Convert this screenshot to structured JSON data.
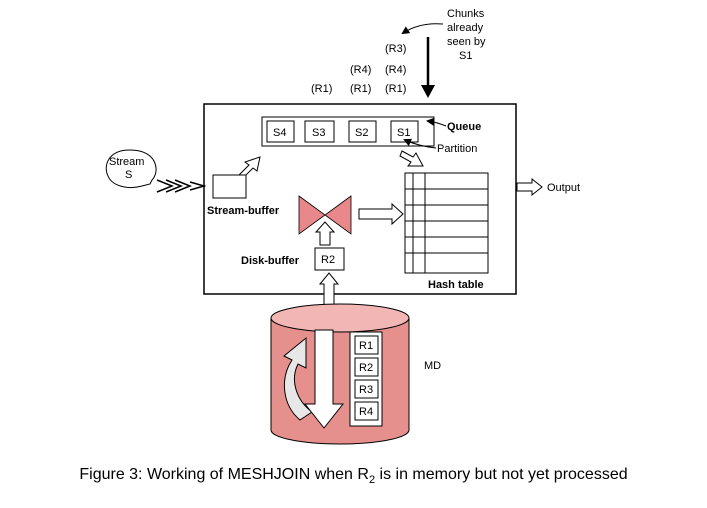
{
  "diagram": {
    "annotation_chunks": "Chunks already seen by S1",
    "annotation_lines": [
      "Chunks",
      "already",
      "seen by",
      "S1"
    ],
    "pending_labels": {
      "col1": [
        "(R1)"
      ],
      "col2": [
        "(R4)",
        "(R1)"
      ],
      "col3": [
        "(R3)",
        "(R4)",
        "(R1)"
      ]
    },
    "queue_label": "Queue",
    "partition_label": "Partition",
    "queue_cells": [
      "S4",
      "S3",
      "S2",
      "S1"
    ],
    "stream_label": [
      "Stream",
      "S"
    ],
    "stream_buffer_label": "Stream-buffer",
    "disk_buffer_label": "Disk-buffer",
    "disk_buffer_content": "R2",
    "hash_table_label": "Hash table",
    "output_label": "Output",
    "md_label": "MD",
    "md_partitions": [
      "R1",
      "R2",
      "R3",
      "R4"
    ],
    "colors": {
      "cylinder": "#e6908e",
      "cylinder_top": "#f2b6b4",
      "bowtie": "#e8888a",
      "curved_arrow_fill": "#e7e7e7",
      "down_arrow_fill": "#ffffff"
    }
  },
  "caption": {
    "prefix": "Figure 3: Working of MESHJOIN when R",
    "subscript": "2",
    "suffix": " is in memory but not yet processed"
  }
}
